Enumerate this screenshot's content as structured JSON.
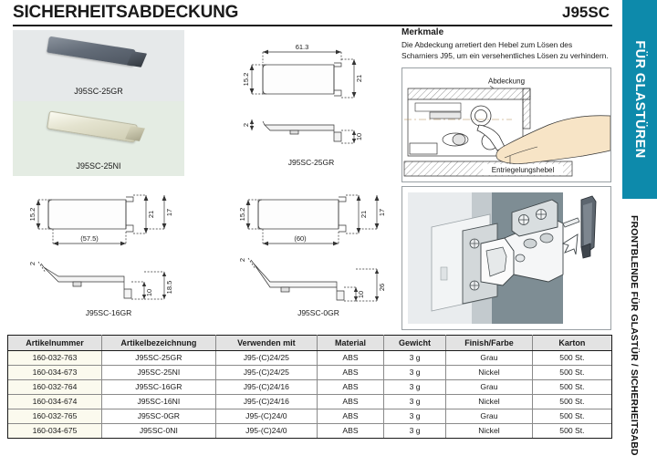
{
  "header": {
    "title": "SICHERHEITSABDECKUNG",
    "code": "J95SC"
  },
  "sidebar": {
    "tab_label": "FÜR GLASTÜREN",
    "foot_label": "FRONTBLENDE FÜR GLASTÜR / SICHERHEITSABD",
    "tab_color": "#0d8aab"
  },
  "photos": [
    {
      "caption": "J95SC-25GR",
      "bg": "#e6e9ea",
      "finish": "Grau"
    },
    {
      "caption": "J95SC-25NI",
      "bg": "#e4ece3",
      "finish": "Nickel"
    }
  ],
  "drawings": [
    {
      "caption": "J95SC-25GR",
      "dims": {
        "length": "61.3",
        "h_left": "15.2",
        "h_right": "21",
        "t_top": "2",
        "t_bottom": "10"
      }
    },
    {
      "caption": "J95SC-16GR",
      "dims": {
        "length": "(57.5)",
        "h_left": "15.2",
        "h_right": "21",
        "h_outer": "17",
        "t_top": "2",
        "t_bottom": "10",
        "t_outer": "18.5"
      }
    },
    {
      "caption": "J95SC-0GR",
      "dims": {
        "length": "(60)",
        "h_left": "15.2",
        "h_right": "21",
        "h_outer": "17",
        "t_top": "2",
        "t_bottom": "10",
        "t_outer": "26"
      }
    }
  ],
  "features": {
    "title": "Merkmale",
    "text": "Die Abdeckung arretiert den Hebel zum Lösen des Scharniers J95, um ein versehentliches Lösen zu verhindern."
  },
  "illustrations": {
    "cross_section": {
      "label_top": "Abdeckung",
      "label_bottom": "Entriegelungshebel"
    },
    "assembly": {
      "label": ""
    }
  },
  "table": {
    "headers": [
      "Artikelnummer",
      "Artikelbezeichnung",
      "Verwenden mit",
      "Material",
      "Gewicht",
      "Finish/Farbe",
      "Karton"
    ],
    "rows": [
      [
        "160-032-763",
        "J95SC-25GR",
        "J95-(C)24/25",
        "ABS",
        "3 g",
        "Grau",
        "500 St."
      ],
      [
        "160-034-673",
        "J95SC-25NI",
        "J95-(C)24/25",
        "ABS",
        "3 g",
        "Nickel",
        "500 St."
      ],
      [
        "160-032-764",
        "J95SC-16GR",
        "J95-(C)24/16",
        "ABS",
        "3 g",
        "Grau",
        "500 St."
      ],
      [
        "160-034-674",
        "J95SC-16NI",
        "J95-(C)24/16",
        "ABS",
        "3 g",
        "Nickel",
        "500 St."
      ],
      [
        "160-032-765",
        "J95SC-0GR",
        "J95-(C)24/0",
        "ABS",
        "3 g",
        "Grau",
        "500 St."
      ],
      [
        "160-034-675",
        "J95SC-0NI",
        "J95-(C)24/0",
        "ABS",
        "3 g",
        "Nickel",
        "500 St."
      ]
    ]
  }
}
